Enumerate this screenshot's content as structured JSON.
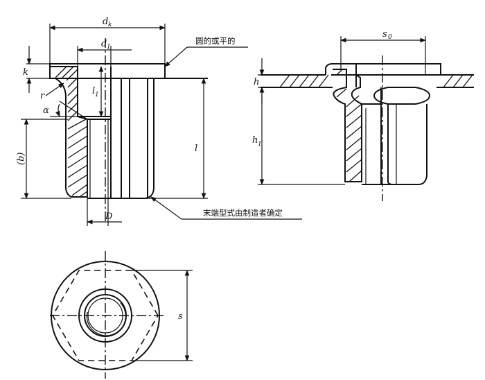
{
  "notes": {
    "top_edge": "圆的或平的",
    "end_form": "末端型式由制造者确定"
  },
  "labels": {
    "dk": "d",
    "dk_sub": "k",
    "d1": "d",
    "d1_sub": "1",
    "k": "k",
    "r": "r",
    "l1": "l",
    "l1_sub": "1",
    "alpha": "α",
    "b": "(b)",
    "l": "l",
    "D": "D",
    "s0": "s",
    "s0_sub": "0",
    "h": "h",
    "h1": "h",
    "h1_sub": "1",
    "s": "s"
  }
}
